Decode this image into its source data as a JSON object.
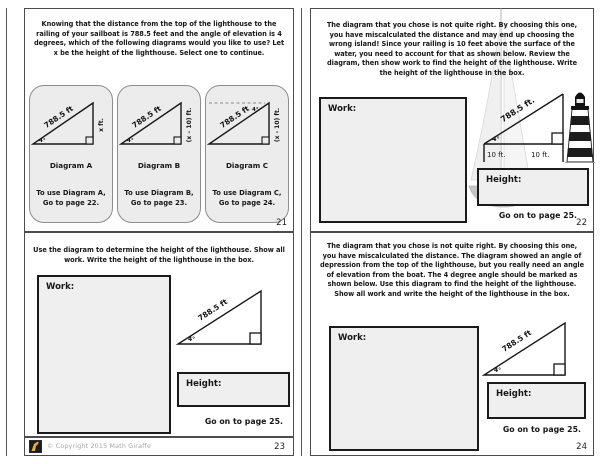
{
  "p21": {
    "number": "21",
    "prompt": "Knowing that the distance from the top of the lighthouse to the railing of your sailboat is 788.5 feet and the angle of elevation is 4 degrees, which of the following diagrams would you like to use? Let x be the height of the lighthouse.  Select one to continue.",
    "cards": [
      {
        "title": "Diagram A",
        "hyp_label": "788.5 ft",
        "angle_label": "4°",
        "side_label": "x ft.",
        "line1": "To use Diagram A,",
        "line2": "Go to page 22."
      },
      {
        "title": "Diagram B",
        "hyp_label": "788.5 ft",
        "angle_label": "4°",
        "side_label": "(x – 10) ft.",
        "line1": "To use Diagram B,",
        "line2": "Go to page 23."
      },
      {
        "title": "Diagram C",
        "hyp_label": "788.5 ft",
        "angle_label": "4°",
        "side_label": "(x - 10) ft.",
        "line1": "To use Diagram C,",
        "line2": "Go to page 24."
      }
    ]
  },
  "p22": {
    "number": "22",
    "prompt": "The diagram that you chose is not quite right. By choosing this one, you have miscalculated the distance and may end up choosing the wrong island!  Since your railing is 10 feet above the surface of the water, you need to account for that as shown below.  Review the diagram, then show work to find the height of the lighthouse.  Write the height of the lighthouse in the box.",
    "work_label": "Work:",
    "height_label": "Height:",
    "goto": "Go on to page 25.",
    "diagram": {
      "hyp_label": "788.5 ft.",
      "angle_label": "4°",
      "left_offset": "10 ft.",
      "right_offset": "10 ft."
    }
  },
  "p23": {
    "number": "23",
    "prompt": "Use the diagram to determine the height of the lighthouse.  Show all work.  Write the height of the lighthouse in the box.",
    "work_label": "Work:",
    "height_label": "Height:",
    "goto": "Go on to page 25.",
    "diagram": {
      "hyp_label": "788.5 ft",
      "angle_label": "4°"
    }
  },
  "p24": {
    "number": "24",
    "prompt": "The diagram that you chose is not quite right.  By choosing this one, you have miscalculated the distance.  The diagram showed an angle of depression from the top of the lighthouse, but you really need an angle of elevation from the boat.  The 4 degree angle should be marked as shown below.  Use this diagram to find the height of the lighthouse.  Show all work and write the height of the lighthouse in the box.",
    "work_label": "Work:",
    "height_label": "Height:",
    "goto": "Go on to page 25.",
    "diagram": {
      "hyp_label": "788.5 ft",
      "angle_label": "4°"
    }
  },
  "footer": {
    "copyright": "© Copyright 2015 Math Giraffe"
  },
  "colors": {
    "page_border": "#4c4c4c",
    "box_fill": "#efefef",
    "box_border": "#1a1a1a",
    "card_fill": "#ececec",
    "logo_yellow": "#eead2d"
  }
}
